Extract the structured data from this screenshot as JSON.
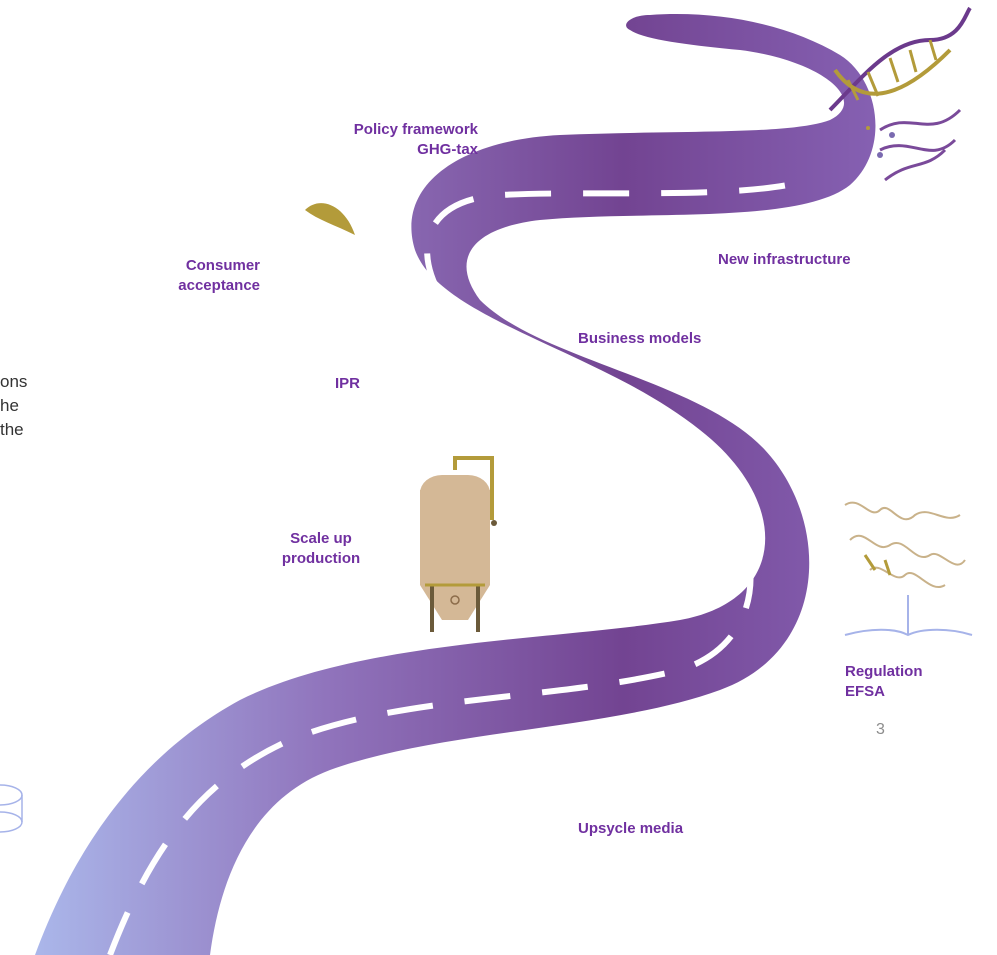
{
  "labels": {
    "policy_line1": "Policy framework",
    "policy_line2": "GHG-tax",
    "consumer_line1": "Consumer",
    "consumer_line2": "acceptance",
    "new_infrastructure": "New infrastructure",
    "business_models": "Business models",
    "ipr": "IPR",
    "scale_line1": "Scale up",
    "scale_line2": "production",
    "regulation_line1": "Regulation",
    "regulation_line2": "EFSA",
    "upcycle_media": "Upsycle media"
  },
  "partial_text": {
    "line1": "ons",
    "line2": "he",
    "line3": "the"
  },
  "page_number": "3",
  "colors": {
    "label": "#7030a0",
    "road_light": "#a6b3e9",
    "road_dark": "#6b3a8c",
    "gold": "#b39b3a",
    "tank": "#d4b896"
  },
  "icons": {
    "dna": "dna-helix-icon",
    "tank": "fermentation-tank-icon",
    "leaf": "leaf-icon",
    "book": "regulation-book-icon",
    "dish": "petri-dish-icon"
  }
}
